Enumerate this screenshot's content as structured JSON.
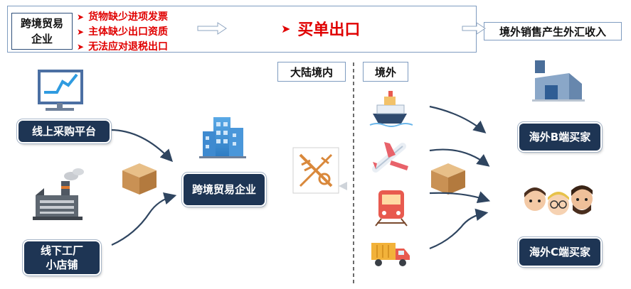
{
  "header": {
    "company_line1": "跨境贸易",
    "company_line2": "企业",
    "issues": [
      "货物缺少进项发票",
      "主体缺少出口资质",
      "无法应对退税出口"
    ],
    "center_title": "买单出口",
    "right_title": "境外销售产生外汇收入"
  },
  "regions": {
    "domestic": "大陆境内",
    "overseas": "境外"
  },
  "nodes": {
    "online_platform": "线上采购平台",
    "offline_line1": "线下工厂",
    "offline_line2": "小店铺",
    "trade_company": "跨境贸易企业",
    "buyer_b": "海外B端买家",
    "buyer_c": "海外C端买家"
  },
  "icons": {
    "monitor": "monitor-chart-icon",
    "factory": "factory-icon",
    "box": "package-box-icon",
    "buildings": "office-building-icon",
    "customs": "customs-emblem-icon",
    "ship": "cargo-ship-icon",
    "plane": "airplane-icon",
    "train": "train-icon",
    "truck": "truck-icon",
    "warehouse": "warehouse-icon",
    "people": "people-faces-icon"
  },
  "colors": {
    "accent": "#e00000",
    "node_bg": "#1e3554",
    "border": "#7f9cc0"
  }
}
